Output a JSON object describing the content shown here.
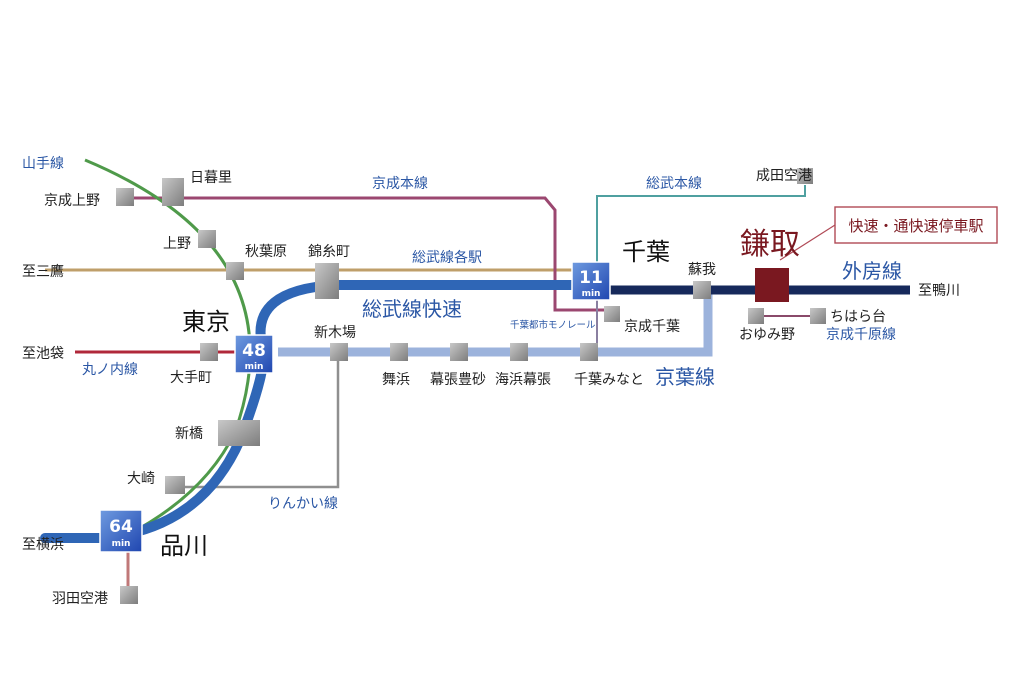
{
  "colors": {
    "yamanote": "#4f9a4a",
    "keisei_main": "#9b4770",
    "sobu_local": "#bf9f6a",
    "sobu_rapid": "#2f66b6",
    "keiyo": "#9cb3dc",
    "rinkai": "#8f8f8f",
    "marunouchi": "#b0283a",
    "sobu_main": "#4fa0a0",
    "monorail": "#8a7fa0",
    "sotobo": "#16295b",
    "keisei_chihara": "#8a4a6a",
    "haneda": "#c07878",
    "station_gray": "#8c8c8c",
    "badge_blue": "#2a55c0",
    "kamatori": "#7a1820",
    "callout_border": "#b04a56",
    "line_label": "#2b57a5"
  },
  "lines": {
    "yamanote": "山手線",
    "keisei_main": "京成本線",
    "sobu_local": "総武線各駅",
    "sobu_rapid": "総武線快速",
    "sobu_main": "総武本線",
    "marunouchi": "丸ノ内線",
    "monorail": "千葉都市モノレール",
    "keiyo": "京葉線",
    "rinkai": "りんかい線",
    "sotobo": "外房線",
    "keisei_chihara": "京成千原線"
  },
  "stations": {
    "nippori": "日暮里",
    "keisei_ueno": "京成上野",
    "ueno": "上野",
    "akihabara": "秋葉原",
    "kinshicho": "錦糸町",
    "tokyo": "東京",
    "otemachi": "大手町",
    "shinkiba": "新木場",
    "maihama": "舞浜",
    "makuhari_toyosuna": "幕張豊砂",
    "kaihin_makuhari": "海浜幕張",
    "chiba_minato": "千葉みなと",
    "soga": "蘇我",
    "chiba": "千葉",
    "keisei_chiba": "京成千葉",
    "narita_airport": "成田空港",
    "kamatori": "鎌取",
    "oyumino": "おゆみ野",
    "chiharadai": "ちはら台",
    "shinbashi": "新橋",
    "osaki": "大崎",
    "shinagawa": "品川",
    "haneda_airport": "羽田空港"
  },
  "directions": {
    "mitaka": "至三鷹",
    "ikebukuro": "至池袋",
    "yokohama": "至横浜",
    "kamogawa": "至鴨川"
  },
  "badges": {
    "chiba": {
      "value": "11",
      "unit": "min"
    },
    "tokyo": {
      "value": "48",
      "unit": "min"
    },
    "shinagawa": {
      "value": "64",
      "unit": "min"
    }
  },
  "callout": "快速・通快速停車駅"
}
